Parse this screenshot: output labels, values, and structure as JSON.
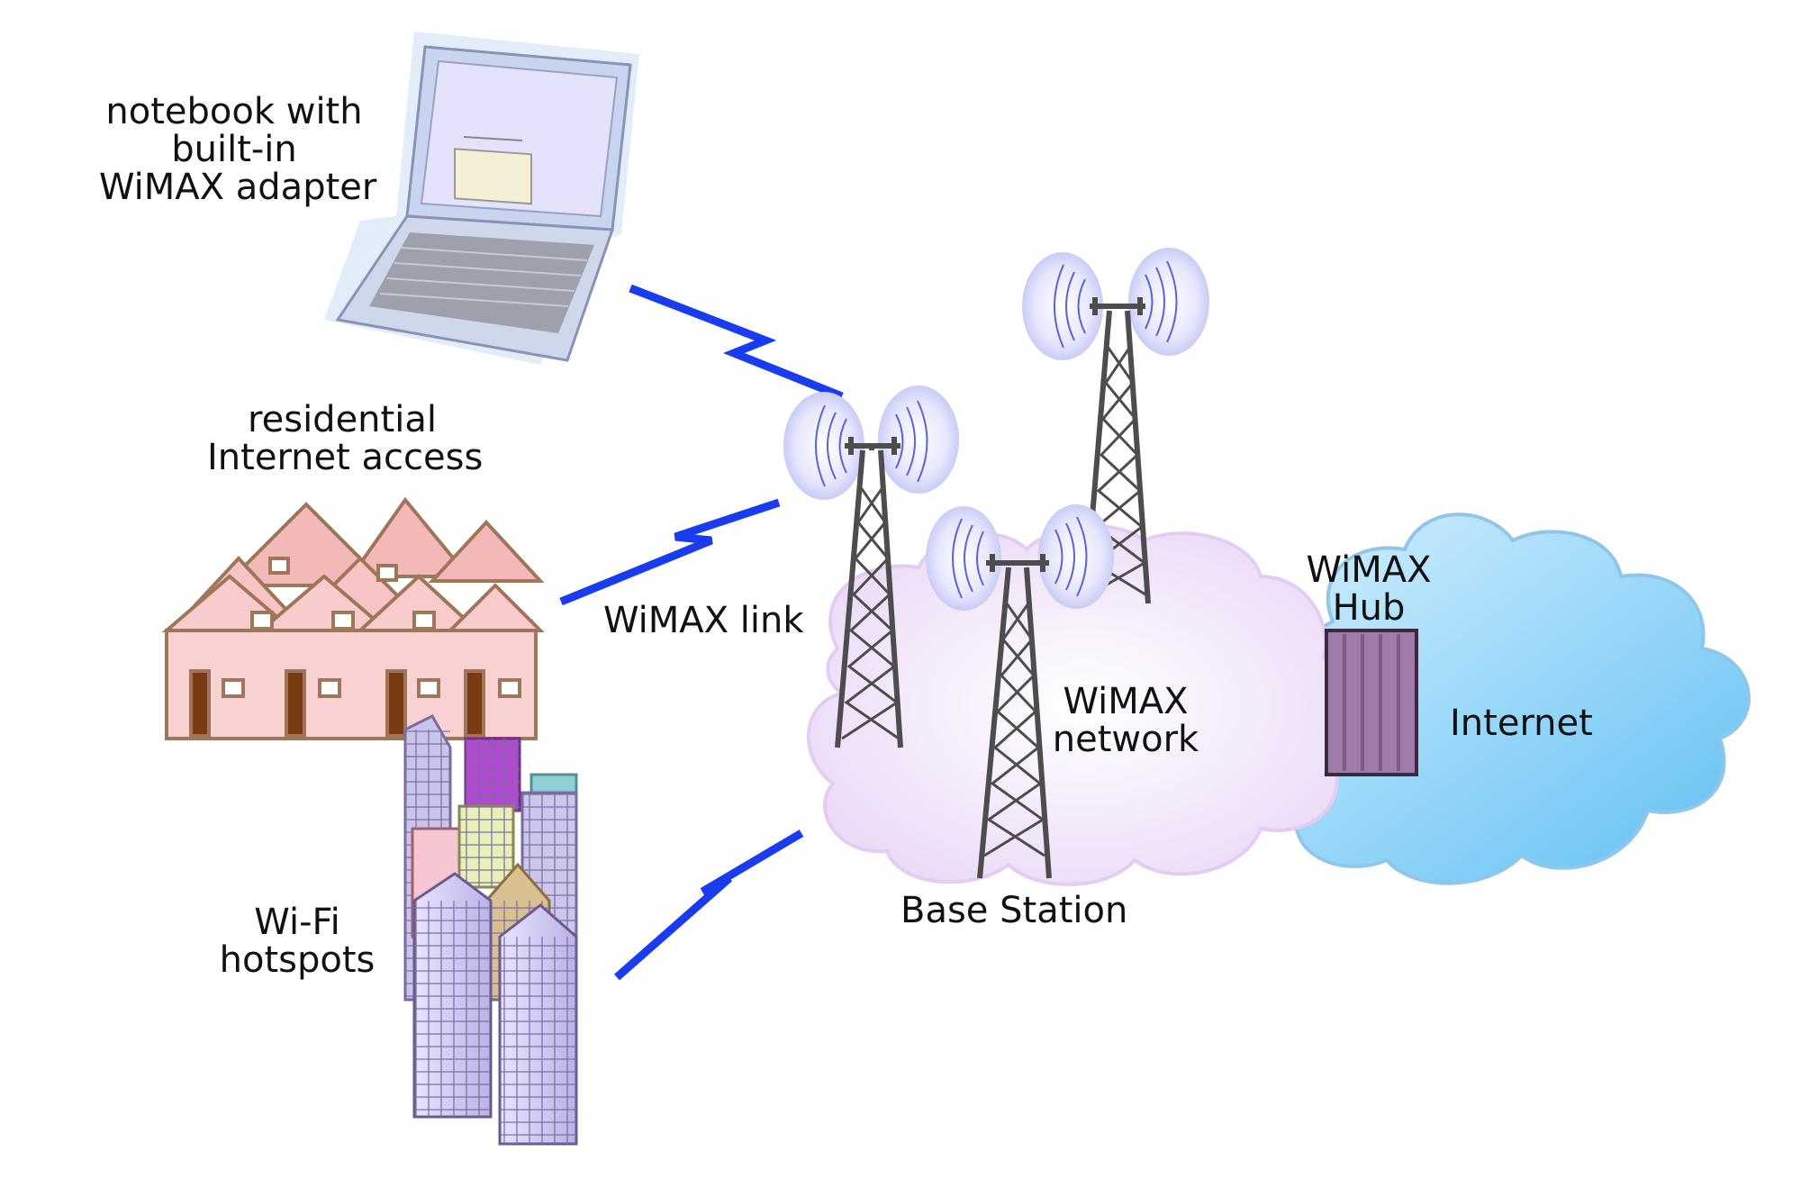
{
  "labels": {
    "notebook": [
      "notebook with",
      "built-in",
      "WiMAX adapter"
    ],
    "residential": [
      "residential",
      "Internet access"
    ],
    "wifi": [
      "Wi-Fi",
      "hotspots"
    ],
    "wimax_link": "WiMAX link",
    "wimax_network": [
      "WiMAX",
      "network"
    ],
    "base_station": "Base Station",
    "wimax_hub": [
      "WiMAX",
      "Hub"
    ],
    "internet": "Internet"
  },
  "colors": {
    "link": "#1a3cf0",
    "network_cloud": "#f0e0fb",
    "internet_cloud": "#8fd0f6",
    "hub": "#a07aa8",
    "house": "#f6c4c4",
    "tower": "#555555"
  },
  "icons": [
    "notebook-icon",
    "houses-icon",
    "buildings-icon",
    "tower-icon",
    "signal-waves-icon",
    "cloud-icon",
    "hub-icon",
    "lightning-link-icon"
  ]
}
